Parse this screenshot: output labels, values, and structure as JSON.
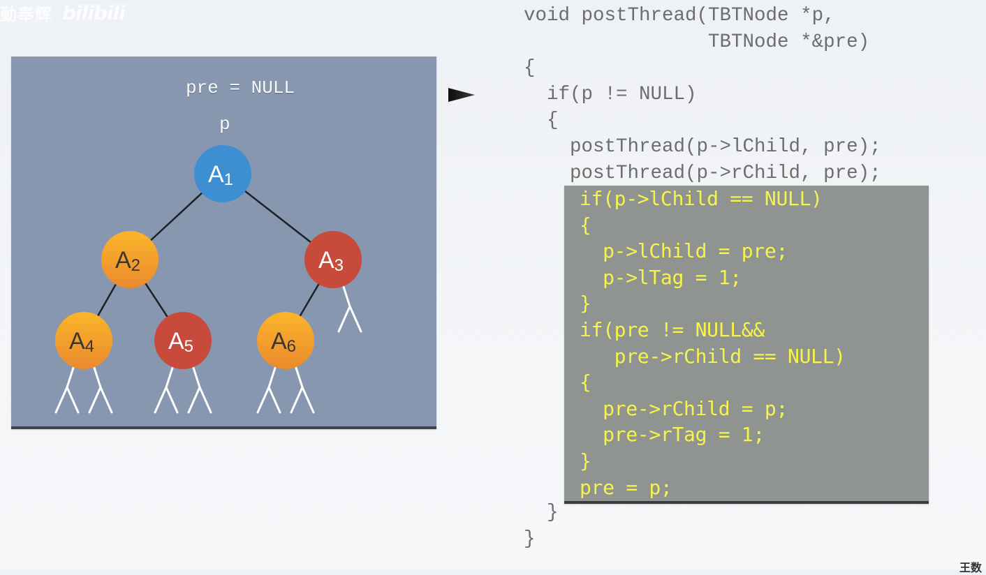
{
  "watermark": {
    "text": "勤奉辉",
    "logo": "bilibili"
  },
  "corner_mark": "王数",
  "tree": {
    "pre_label": "pre = NULL",
    "pointer_label": "p",
    "colors": {
      "panel": "#8797b0",
      "current": "#3d8fd1",
      "visited": "#c84a3a",
      "unvisited_top": "#fbb52a",
      "unvisited_bottom": "#ea8a2e",
      "edge": "#1e2124",
      "null_stub": "#ffffff"
    },
    "nodes": [
      {
        "id": "A1",
        "base": "A",
        "sub": "1",
        "state": "current"
      },
      {
        "id": "A2",
        "base": "A",
        "sub": "2",
        "state": "unvisited"
      },
      {
        "id": "A3",
        "base": "A",
        "sub": "3",
        "state": "visited"
      },
      {
        "id": "A4",
        "base": "A",
        "sub": "4",
        "state": "unvisited"
      },
      {
        "id": "A5",
        "base": "A",
        "sub": "5",
        "state": "visited"
      },
      {
        "id": "A6",
        "base": "A",
        "sub": "6",
        "state": "unvisited"
      }
    ],
    "edges": [
      [
        "A1",
        "A2"
      ],
      [
        "A1",
        "A3"
      ],
      [
        "A2",
        "A4"
      ],
      [
        "A2",
        "A5"
      ],
      [
        "A3",
        "A6"
      ]
    ],
    "null_children": [
      {
        "parent": "A3",
        "side": "right"
      },
      {
        "parent": "A4",
        "side": "left"
      },
      {
        "parent": "A4",
        "side": "right"
      },
      {
        "parent": "A5",
        "side": "left"
      },
      {
        "parent": "A5",
        "side": "right"
      },
      {
        "parent": "A6",
        "side": "left"
      },
      {
        "parent": "A6",
        "side": "right"
      }
    ]
  },
  "pointer_arrow": "current-line-marker",
  "code": {
    "before_highlight": [
      "void postThread(TBTNode *p,",
      "                TBTNode *&pre)",
      "{",
      "  if(p != NULL)",
      "  {",
      "    postThread(p->lChild, pre);",
      "    postThread(p->rChild, pre);"
    ],
    "highlighted": [
      "if(p->lChild == NULL)",
      "{",
      "  p->lChild = pre;",
      "  p->lTag = 1;",
      "}",
      "if(pre != NULL&&",
      "   pre->rChild == NULL)",
      "{",
      "  pre->rChild = p;",
      "  pre->rTag = 1;",
      "}",
      "pre = p;"
    ],
    "after_highlight": [
      "  }",
      "}"
    ],
    "active_line_index": 3
  }
}
